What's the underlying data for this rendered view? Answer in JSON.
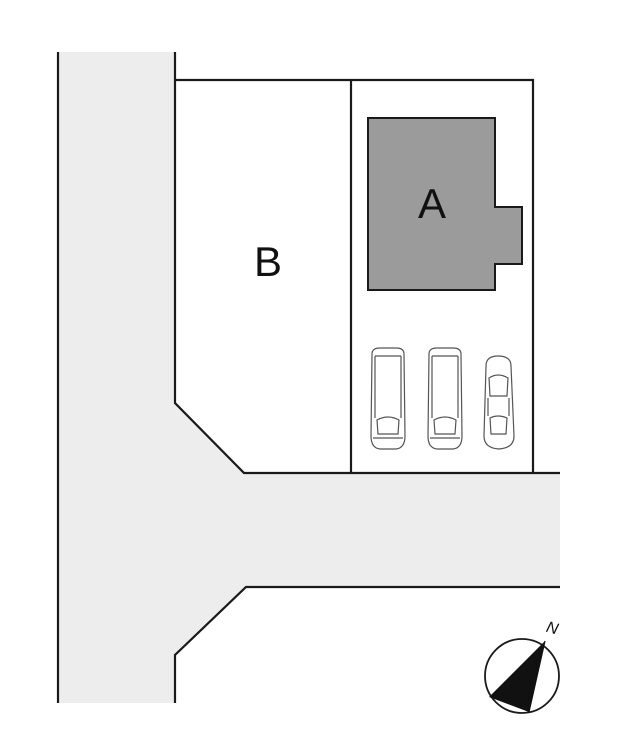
{
  "lots": [
    {
      "id": "A",
      "label": "A"
    },
    {
      "id": "B",
      "label": "B"
    }
  ],
  "compass": {
    "north_label": "N"
  },
  "colors": {
    "road": "#ededed",
    "building": "#9b9b9b",
    "line": "#1a1a1a",
    "background": "#ffffff"
  },
  "parking": {
    "car_count": 3
  }
}
